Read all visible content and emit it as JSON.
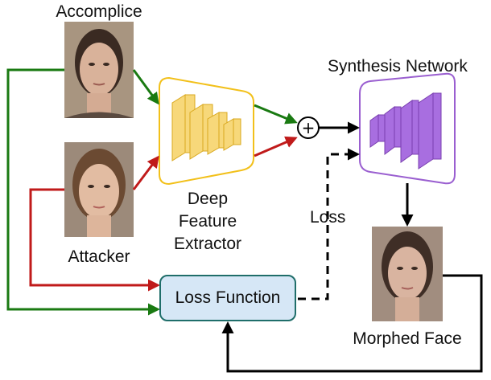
{
  "labels": {
    "accomplice": "Accomplice",
    "attacker": "Attacker",
    "feature_extractor": [
      "Deep",
      "Feature",
      "Extractor"
    ],
    "synthesis_network": "Synthesis Network",
    "loss": "Loss",
    "loss_function": "Loss Function",
    "morphed_face": "Morphed Face",
    "sum_symbol": "+"
  },
  "images": [
    {
      "id": "accomplice",
      "depicts": "face-photo-accomplice",
      "background": "#a89580"
    },
    {
      "id": "attacker",
      "depicts": "face-photo-attacker",
      "background": "#9c8a7a"
    },
    {
      "id": "morphed",
      "depicts": "face-photo-morphed",
      "background": "#a18d7f"
    }
  ],
  "colors": {
    "accomplice_path": "#1a7a12",
    "attacker_path": "#c01a1a",
    "main_arrows": "#000000",
    "extractor_border": "#f2c01a",
    "extractor_blocks": "#f7d87a",
    "synthesis_border": "#9a5fd0",
    "synthesis_blocks": "#a86ee0",
    "loss_box_fill": "#d6e7f6",
    "loss_box_border": "#1f6e6a"
  }
}
